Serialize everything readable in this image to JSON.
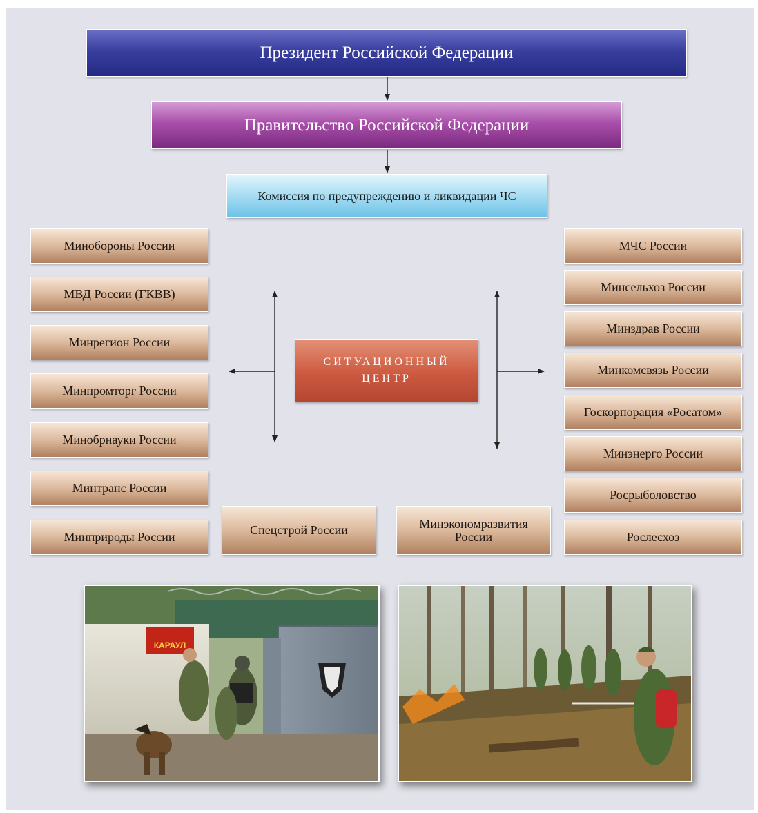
{
  "top": {
    "president": "Президент Российской Федерации",
    "government": "Правительство Российской Федерации",
    "commission": "Комиссия по предупреждению и ликвидации ЧС"
  },
  "center": {
    "line1": "СИТУАЦИОННЫЙ",
    "line2": "ЦЕНТР"
  },
  "left_column": [
    "Минобороны России",
    "МВД России (ГКВВ)",
    "Минрегион России",
    "Минпромторг России",
    "Минобрнауки России",
    "Минтранс России",
    "Минприроды России"
  ],
  "right_column": [
    "МЧС России",
    "Минсельхоз России",
    "Минздрав России",
    "Минкомсвязь России",
    "Госкорпорация «Росатом»",
    "Минэнерго России",
    "Росрыболовство",
    "Рослесхоз"
  ],
  "bottom_row": [
    "Спецстрой России",
    "Минэкономразвития России"
  ],
  "photo_sign": "КАРАУЛ",
  "colors": {
    "president": "#2e3592",
    "government": "#8f3a95",
    "commission": "#8fd0ee",
    "org": "#d2ac8c",
    "center": "#c8523a",
    "background": "#e2e3ea"
  }
}
